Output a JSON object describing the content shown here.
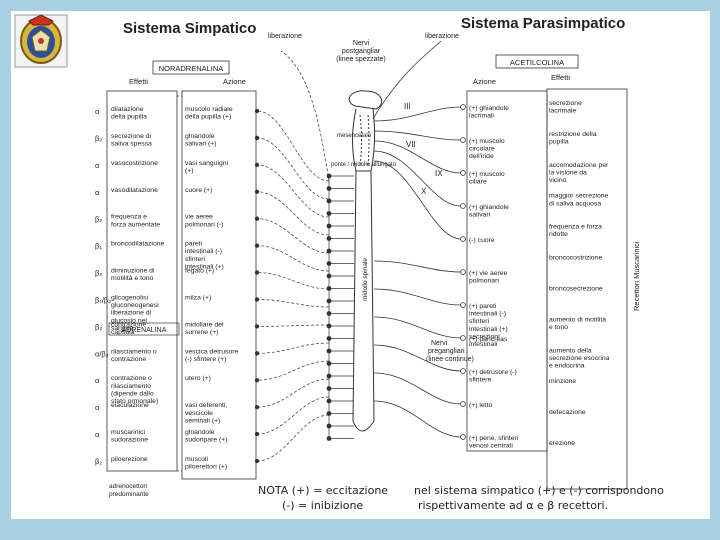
{
  "diagram": {
    "left_title": "Sistema Simpatico",
    "right_title": "Sistema Parasimpatico",
    "top_labels": {
      "liberazione": "liberazione",
      "nervi_post": [
        "Nervi",
        "postgangliar",
        "(linee spezzate)"
      ],
      "noradrenalina": "NORADRENALINA",
      "acetilcolina": "ACETILCOLINA",
      "effetti_left": "Effetti",
      "azione_left": "Azione",
      "azione_right": "Azione",
      "effetti_right": "Effetti"
    },
    "cranial_labels": [
      "III",
      "VII",
      "IX",
      "X"
    ],
    "spine_labels": {
      "midollo": "midollo spinale",
      "mesencefalo": "mesencefalo",
      "bulbo": "ponte / midollo allungato"
    },
    "recettori_muscarinici": "Recettori Muscarinici",
    "adrenalina": "ADRENALINA",
    "nervi_pregangliari": [
      "Nervi",
      "pregangliari",
      "(linee continue)"
    ],
    "adrenocettori": [
      "adrenocettori",
      "predominante"
    ],
    "left_receptors": [
      "α",
      "β₂",
      "α",
      "α",
      "β₂",
      "β₁",
      "β₂",
      "β₁/β₂",
      "β₂",
      "α/β₂",
      "α",
      "α",
      "α",
      "β₂"
    ],
    "left_effects": [
      "dilatazione della pupilla",
      "secrezione di saliva spessa",
      "vasocostrizione",
      "vasodilatazione",
      "frequenza e forza aumentate",
      "broncodilatazione",
      "diminuzione di motilità e tono",
      "glicogenolisi gluconeogenesi liberazione di glucosio nel sangue",
      "contrazione capsula",
      "rilasciamento o contrazione",
      "contrazione o rilasciamento (dipende dallo stato ormonale)",
      "eiaculazione",
      "muscarinici sudorazione",
      "piloerezione"
    ],
    "left_organs": [
      "muscolo radiale della pupilla (+)",
      "ghiandole salivari (+)",
      "vasi sanguigni (+)",
      "cuore (+)",
      "vie aeree polmonari (-)",
      "pareti intestinali (-) sfinteri intestinali (+)",
      "fegato (+)",
      "milza (+)",
      "midollare del surrene (+)",
      "vescica detrusore (-) sfintere (+)",
      "utero (+)",
      "vasi deferenti, vescicole seminali (+)",
      "ghiandole sudoripare (+)",
      "muscoli piloerettori (+)"
    ],
    "right_actions": [
      "(+) ghiandole lacrimali",
      "(+) muscolo circolare dell'iride",
      "(+) muscolo ciliare",
      "(+) ghiandole salivari",
      "(-) cuore",
      "(+) vie aeree polmonari",
      "(+) pareti intestinali (-) sfinteri intestinali (+) secrezioni intestinali",
      "(+) pancreas",
      "(+) detrusore (-) sfintere",
      "(+) letto",
      "(+) pene, sfinteri venosi centrati"
    ],
    "right_effects": [
      "secrezione lacrimale",
      "restrizione della pupilla",
      "accomodazione per la visione da vicino",
      "maggior secrezione di saliva acquosa",
      "frequenza e forza ridotte",
      "broncocostrizione",
      "broncosecrezione",
      "aumento di motilità e tono",
      "aumento della secrezione esocrina e endocrina",
      "minzione",
      "defecazione",
      "erezione"
    ]
  },
  "notes": {
    "left_line1": "NOTA (+) = eccitazione",
    "left_line2": "(-) = inibizione",
    "right_line1": "nel sistema simpatico (+) e (-) corrispondono",
    "right_line2": "rispettivamente ad α e β recettori."
  },
  "colors": {
    "background": "#a9cfe3",
    "slide": "#ffffff",
    "ink": "#222222",
    "accent": "#7a3030"
  }
}
